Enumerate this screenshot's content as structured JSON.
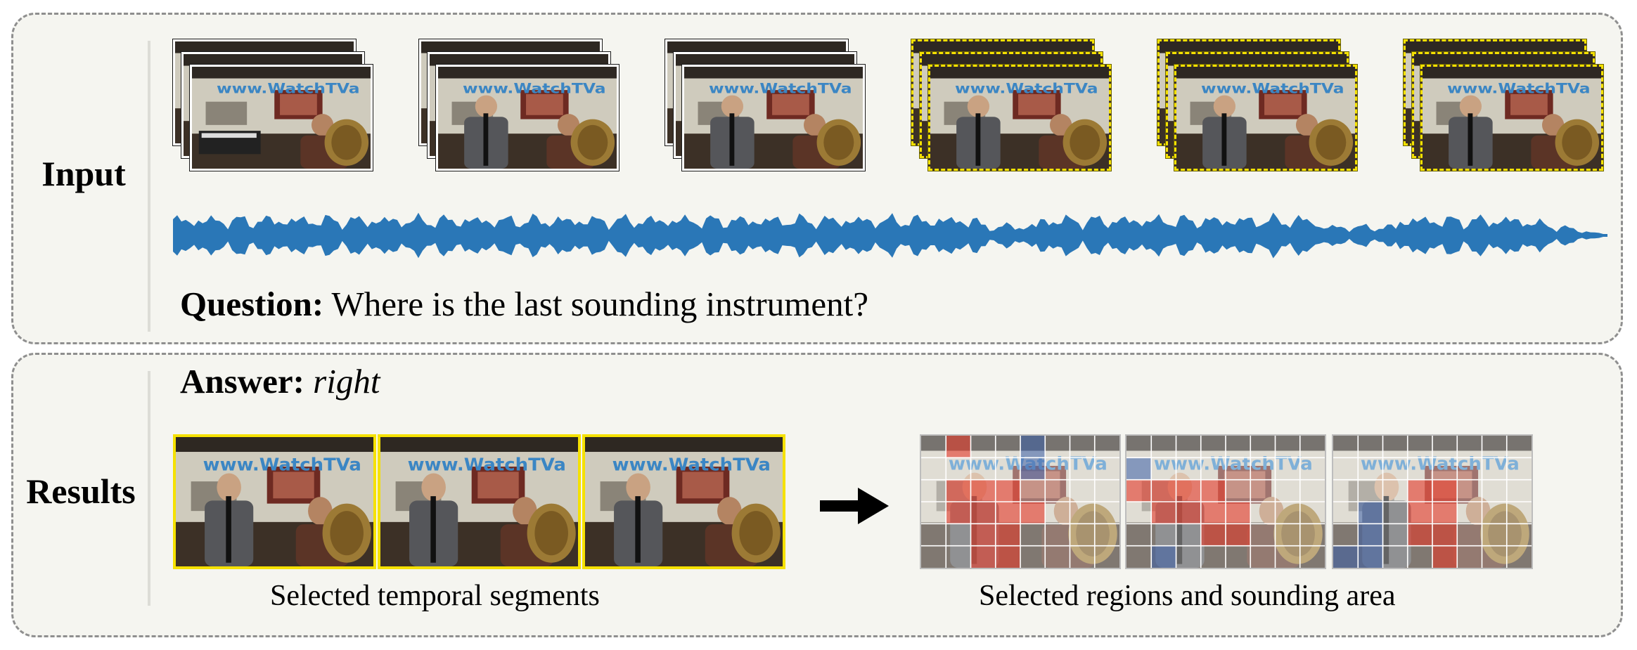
{
  "input_label": "Input",
  "results_label": "Results",
  "question": {
    "prefix": "Question:",
    "text": " Where is the last sounding instrument?"
  },
  "answer": {
    "prefix": "Answer:",
    "text": "right"
  },
  "captions": {
    "temporal": "Selected temporal segments",
    "regions": "Selected regions and sounding area"
  },
  "frame_overlay_text": "www.WatchTVa",
  "colors": {
    "selection_highlight": "#f5e100",
    "waveform": "#2a77b7",
    "sounding_area": "#e53a2a",
    "selected_region": "#3b5ea8"
  },
  "arrow_icon": "right-arrow-icon",
  "frame_groups": [
    {
      "selected": false,
      "scene": "tuba"
    },
    {
      "selected": false,
      "scene": "duo"
    },
    {
      "selected": false,
      "scene": "duo"
    },
    {
      "selected": true,
      "scene": "duo"
    },
    {
      "selected": true,
      "scene": "duo"
    },
    {
      "selected": true,
      "scene": "duo"
    }
  ]
}
